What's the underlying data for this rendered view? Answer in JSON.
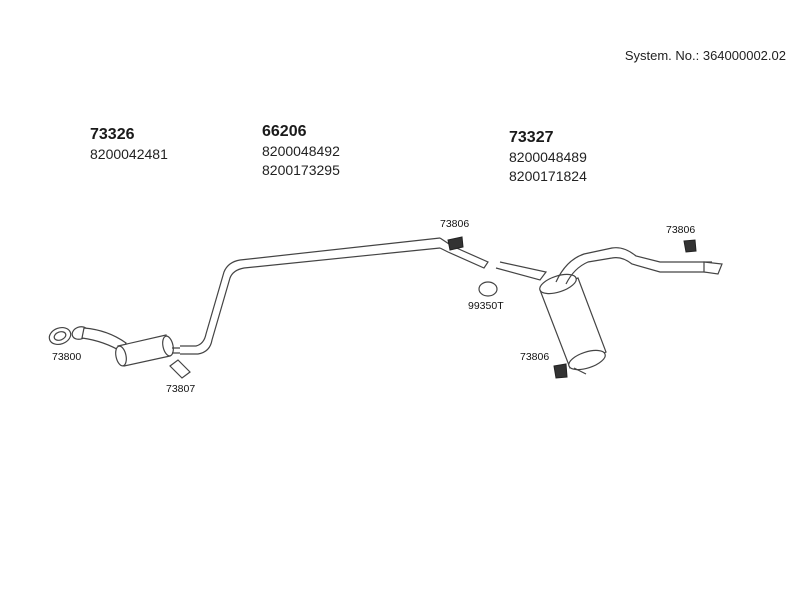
{
  "system_number": "System. No.: 364000002.02",
  "groups": [
    {
      "main": "73326",
      "subs": [
        "8200042481"
      ]
    },
    {
      "main": "66206",
      "subs": [
        "8200048492",
        "8200173295"
      ]
    },
    {
      "main": "73327",
      "subs": [
        "8200048489",
        "8200171824"
      ]
    }
  ],
  "part_labels": {
    "clamp_left": "73800",
    "clamp_bracket": "73807",
    "hanger_front": "73806",
    "clamp_center": "99350T",
    "hanger_rear_top": "73806",
    "hanger_rear_bottom": "73806"
  }
}
